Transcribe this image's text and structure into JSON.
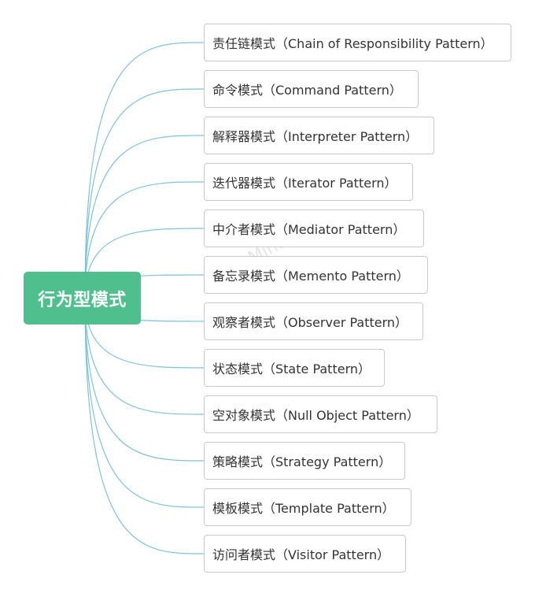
{
  "mindmap": {
    "root": {
      "label": "行为型模式",
      "color": "#4fc08d"
    },
    "link_color": "#7ec3dc",
    "children": [
      "责任链模式（Chain of Responsibility Pattern）",
      "命令模式（Command Pattern）",
      "解释器模式（Interpreter Pattern）",
      "迭代器模式（Iterator Pattern）",
      "中介者模式（Mediator Pattern）",
      "备忘录模式（Memento Pattern）",
      "观察者模式（Observer Pattern）",
      "状态模式（State Pattern）",
      "空对象模式（Null Object Pattern）",
      "策略模式（Strategy Pattern）",
      "模板模式（Template Pattern）",
      "访问者模式（Visitor Pattern）"
    ]
  },
  "watermark": "WPS Mind"
}
